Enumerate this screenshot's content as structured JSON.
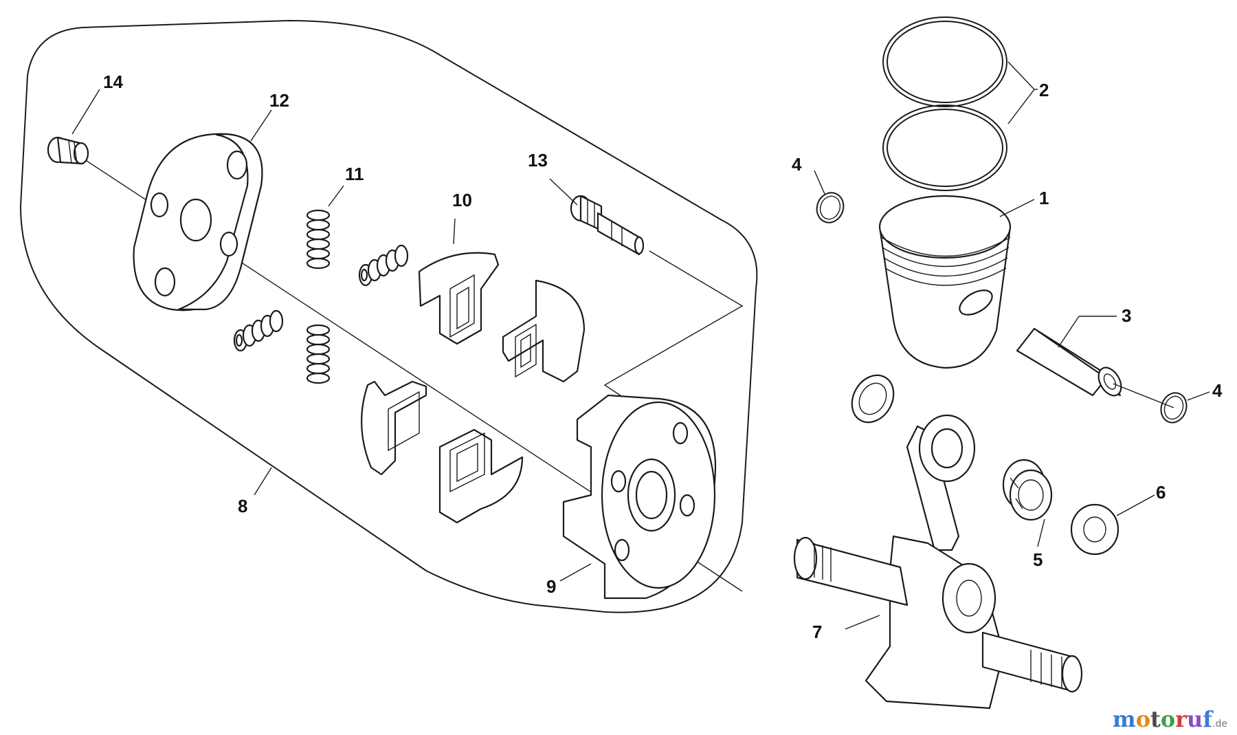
{
  "part_labels": {
    "p1": "1",
    "p2": "2",
    "p3": "3",
    "p4a": "4",
    "p4b": "4",
    "p5": "5",
    "p6": "6",
    "p7": "7",
    "p8": "8",
    "p9": "9",
    "p10": "10",
    "p11": "11",
    "p12": "12",
    "p13": "13",
    "p14": "14"
  },
  "watermark": {
    "letters": [
      "m",
      "o",
      "t",
      "o",
      "r",
      "u",
      "f"
    ],
    "suffix": ".de",
    "colors": [
      "#3a7bd5",
      "#e08a1e",
      "#4a4a4a",
      "#3aa04a",
      "#d43a3a",
      "#8a4ac0",
      "#3a7bd5"
    ]
  }
}
